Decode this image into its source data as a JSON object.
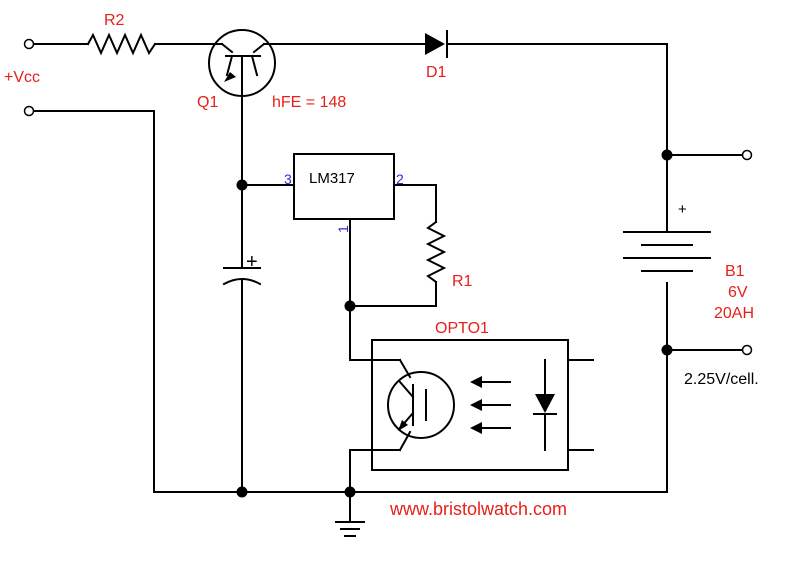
{
  "labels": {
    "r2": "R2",
    "vcc": "+Vcc",
    "q1": "Q1",
    "hfe": "hFE = 148",
    "d1": "D1",
    "lm317": "LM317",
    "pin3": "3",
    "pin2": "2",
    "pin1": "1",
    "r1": "R1",
    "opto": "OPTO1",
    "cap_plus": "+",
    "batt_plus": "+",
    "b1": "B1",
    "b1_voltage": "6V",
    "b1_capacity": "20AH",
    "cell_voltage": "2.25V/cell.",
    "website": "www.bristolwatch.com"
  },
  "colors": {
    "label": "#e8201a",
    "pin": "#2b2bd6",
    "wire": "#000000"
  }
}
